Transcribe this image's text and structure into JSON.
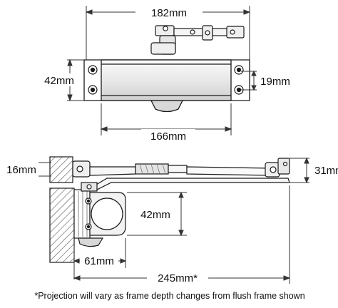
{
  "top_view": {
    "dim_overall_width": "182mm",
    "dim_height": "42mm",
    "dim_bracket_height": "19mm",
    "dim_body_length": "166mm"
  },
  "side_view": {
    "dim_arm_offset": "16mm",
    "dim_arm_height": "31mm",
    "dim_bracket_height": "42mm",
    "dim_bracket_depth": "61mm",
    "dim_projection": "245mm*"
  },
  "footnote": "*Projection will vary as frame depth changes from flush frame shown",
  "colors": {
    "line": "#1a1a1a",
    "body_fill": "#f2f2f2",
    "hatch": "#555555",
    "dimension": "#333333"
  }
}
